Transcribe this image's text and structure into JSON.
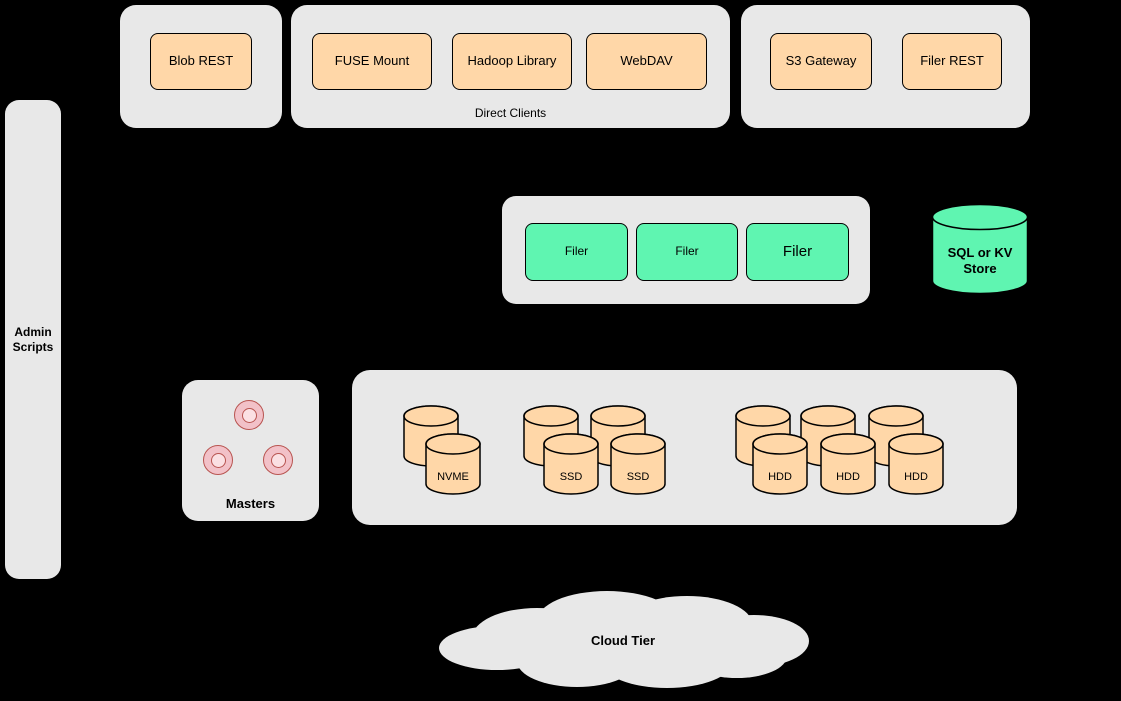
{
  "colors": {
    "bg": "#000000",
    "gray": "#e8e8e8",
    "orange": "#ffd7a8",
    "green": "#5ff5b1",
    "pink": "#f2c1c8",
    "pink-inner": "#fbe0e3",
    "pink-stroke": "#b85450",
    "stroke": "#000000"
  },
  "admin": {
    "label": "Admin Scripts"
  },
  "clients": {
    "blob_group": {
      "items": [
        {
          "label": "Blob REST"
        }
      ]
    },
    "direct_group": {
      "caption": "Direct Clients",
      "items": [
        {
          "label": "FUSE Mount"
        },
        {
          "label": "Hadoop Library"
        },
        {
          "label": "WebDAV"
        }
      ]
    },
    "gateway_group": {
      "items": [
        {
          "label": "S3 Gateway"
        },
        {
          "label": "Filer REST"
        }
      ]
    }
  },
  "filers": {
    "items": [
      {
        "label": "Filer"
      },
      {
        "label": "Filer"
      },
      {
        "label": "Filer"
      }
    ]
  },
  "store": {
    "label": "SQL or KV Store"
  },
  "masters": {
    "label": "Masters"
  },
  "volumes": {
    "nvme": {
      "label": "NVME"
    },
    "ssd": [
      {
        "label": "SSD"
      },
      {
        "label": "SSD"
      }
    ],
    "hdd": [
      {
        "label": "HDD"
      },
      {
        "label": "HDD"
      },
      {
        "label": "HDD"
      }
    ]
  },
  "cloud": {
    "label": "Cloud Tier"
  }
}
